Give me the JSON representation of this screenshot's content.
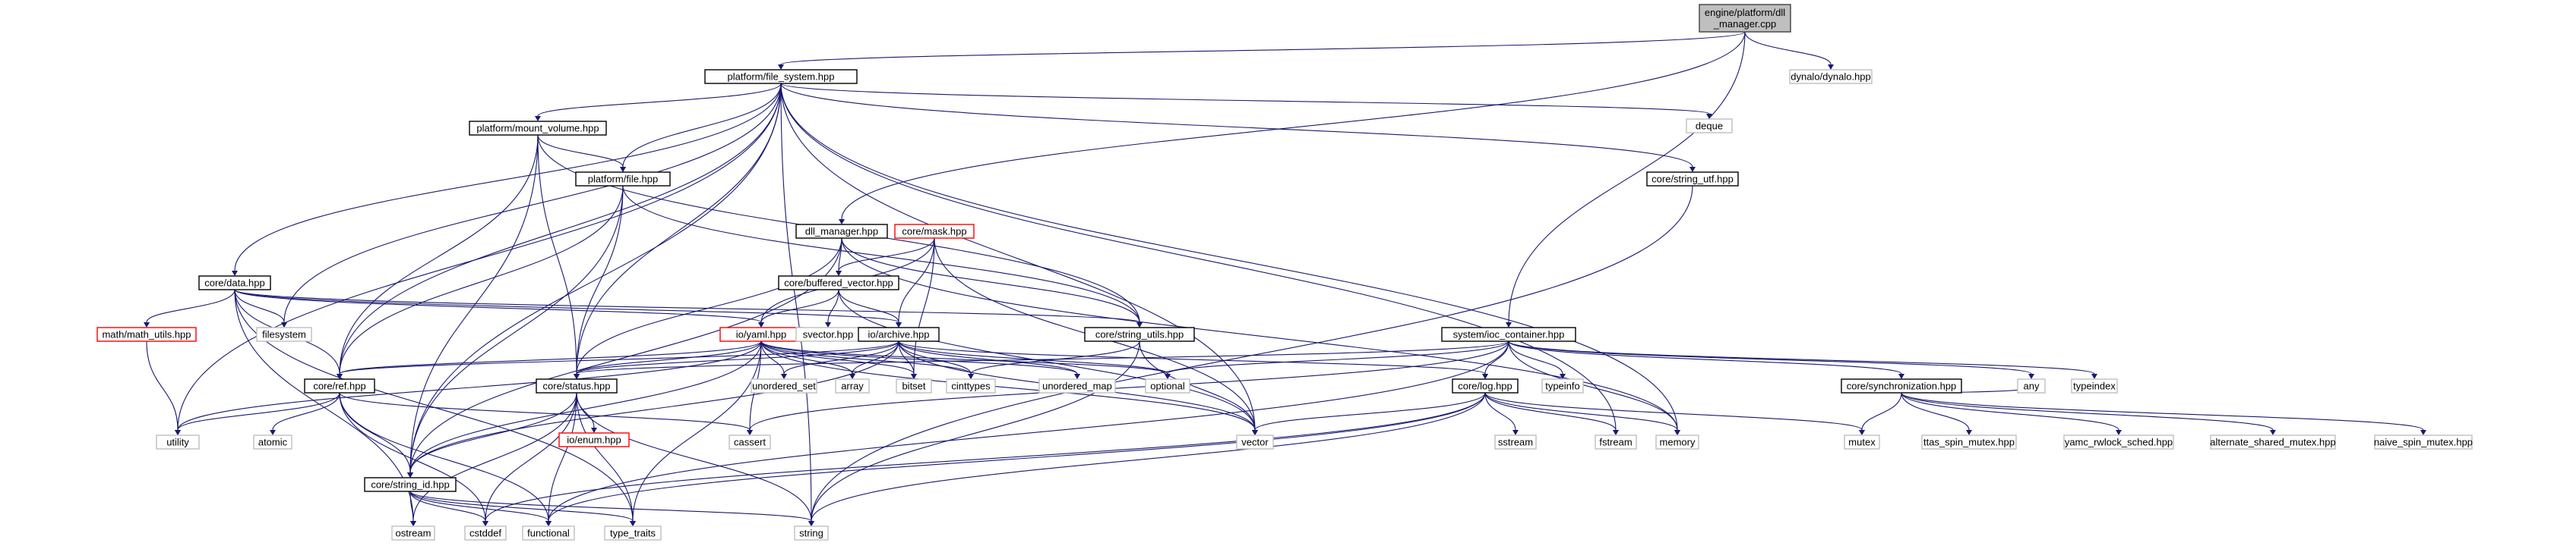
{
  "graph": {
    "nodes": [
      {
        "id": "root",
        "label": "engine/platform/dll\n_manager.cpp",
        "style": "root"
      },
      {
        "id": "fs",
        "label": "platform/file_system.hpp",
        "style": "strong"
      },
      {
        "id": "dynalo",
        "label": "dynalo/dynalo.hpp",
        "style": "plain"
      },
      {
        "id": "deque",
        "label": "deque",
        "style": "plain"
      },
      {
        "id": "mount",
        "label": "platform/mount_volume.hpp",
        "style": "strong"
      },
      {
        "id": "file",
        "label": "platform/file.hpp",
        "style": "strong"
      },
      {
        "id": "strutf",
        "label": "core/string_utf.hpp",
        "style": "strong"
      },
      {
        "id": "dllmgr",
        "label": "dll_manager.hpp",
        "style": "strong"
      },
      {
        "id": "mask",
        "label": "core/mask.hpp",
        "style": "red"
      },
      {
        "id": "coredata",
        "label": "core/data.hpp",
        "style": "strong"
      },
      {
        "id": "bufvec",
        "label": "core/buffered_vector.hpp",
        "style": "strong"
      },
      {
        "id": "mathutils",
        "label": "math/math_utils.hpp",
        "style": "red"
      },
      {
        "id": "filesystem",
        "label": "filesystem",
        "style": "plain"
      },
      {
        "id": "yaml",
        "label": "io/yaml.hpp",
        "style": "red"
      },
      {
        "id": "svector",
        "label": "svector.hpp",
        "style": "plain"
      },
      {
        "id": "archive",
        "label": "io/archive.hpp",
        "style": "strong"
      },
      {
        "id": "strutils",
        "label": "core/string_utils.hpp",
        "style": "strong"
      },
      {
        "id": "ioc",
        "label": "system/ioc_container.hpp",
        "style": "strong"
      },
      {
        "id": "ref",
        "label": "core/ref.hpp",
        "style": "strong"
      },
      {
        "id": "status",
        "label": "core/status.hpp",
        "style": "strong"
      },
      {
        "id": "uset",
        "label": "unordered_set",
        "style": "plain"
      },
      {
        "id": "array",
        "label": "array",
        "style": "plain"
      },
      {
        "id": "bitset",
        "label": "bitset",
        "style": "plain"
      },
      {
        "id": "cinttypes",
        "label": "cinttypes",
        "style": "plain"
      },
      {
        "id": "umap",
        "label": "unordered_map",
        "style": "plain"
      },
      {
        "id": "optional",
        "label": "optional",
        "style": "plain"
      },
      {
        "id": "log",
        "label": "core/log.hpp",
        "style": "strong"
      },
      {
        "id": "typeinfo",
        "label": "typeinfo",
        "style": "plain"
      },
      {
        "id": "sync",
        "label": "core/synchronization.hpp",
        "style": "strong"
      },
      {
        "id": "any",
        "label": "any",
        "style": "plain"
      },
      {
        "id": "typeindex",
        "label": "typeindex",
        "style": "plain"
      },
      {
        "id": "utility",
        "label": "utility",
        "style": "plain"
      },
      {
        "id": "atomic",
        "label": "atomic",
        "style": "plain"
      },
      {
        "id": "enum",
        "label": "io/enum.hpp",
        "style": "red"
      },
      {
        "id": "cassert",
        "label": "cassert",
        "style": "plain"
      },
      {
        "id": "vector",
        "label": "vector",
        "style": "plain"
      },
      {
        "id": "sstream",
        "label": "sstream",
        "style": "plain"
      },
      {
        "id": "fstream",
        "label": "fstream",
        "style": "plain"
      },
      {
        "id": "memory",
        "label": "memory",
        "style": "plain"
      },
      {
        "id": "mutex",
        "label": "mutex",
        "style": "plain"
      },
      {
        "id": "ttas",
        "label": "ttas_spin_mutex.hpp",
        "style": "plain"
      },
      {
        "id": "yamc",
        "label": "yamc_rwlock_sched.hpp",
        "style": "plain"
      },
      {
        "id": "altmutex",
        "label": "alternate_shared_mutex.hpp",
        "style": "plain"
      },
      {
        "id": "naive",
        "label": "naive_spin_mutex.hpp",
        "style": "plain"
      },
      {
        "id": "strid",
        "label": "core/string_id.hpp",
        "style": "strong"
      },
      {
        "id": "ostream",
        "label": "ostream",
        "style": "plain"
      },
      {
        "id": "cstddef",
        "label": "cstddef",
        "style": "plain"
      },
      {
        "id": "functional",
        "label": "functional",
        "style": "plain"
      },
      {
        "id": "typetraits",
        "label": "type_traits",
        "style": "plain"
      },
      {
        "id": "string",
        "label": "string",
        "style": "plain"
      }
    ],
    "edges": [
      [
        "root",
        "fs"
      ],
      [
        "root",
        "dllmgr"
      ],
      [
        "root",
        "ioc"
      ],
      [
        "root",
        "dynalo"
      ],
      [
        "fs",
        "deque"
      ],
      [
        "fs",
        "mount"
      ],
      [
        "fs",
        "file"
      ],
      [
        "fs",
        "strutf"
      ],
      [
        "fs",
        "coredata"
      ],
      [
        "fs",
        "filesystem"
      ],
      [
        "fs",
        "utility"
      ],
      [
        "fs",
        "strid"
      ],
      [
        "fs",
        "ref"
      ],
      [
        "fs",
        "status"
      ],
      [
        "fs",
        "vector"
      ],
      [
        "fs",
        "fstream"
      ],
      [
        "fs",
        "memory"
      ],
      [
        "fs",
        "string"
      ],
      [
        "mount",
        "file"
      ],
      [
        "mount",
        "ref"
      ],
      [
        "mount",
        "strid"
      ],
      [
        "mount",
        "status"
      ],
      [
        "mount",
        "strutils"
      ],
      [
        "file",
        "ref"
      ],
      [
        "file",
        "strid"
      ],
      [
        "file",
        "status"
      ],
      [
        "file",
        "strutils"
      ],
      [
        "strutf",
        "string"
      ],
      [
        "dllmgr",
        "bufvec"
      ],
      [
        "dllmgr",
        "strid"
      ],
      [
        "dllmgr",
        "status"
      ],
      [
        "dllmgr",
        "strutils"
      ],
      [
        "dllmgr",
        "memory"
      ],
      [
        "mask",
        "bufvec"
      ],
      [
        "mask",
        "yaml"
      ],
      [
        "mask",
        "archive"
      ],
      [
        "mask",
        "bitset"
      ],
      [
        "mask",
        "vector"
      ],
      [
        "coredata",
        "mathutils"
      ],
      [
        "coredata",
        "filesystem"
      ],
      [
        "coredata",
        "yaml"
      ],
      [
        "coredata",
        "archive"
      ],
      [
        "coredata",
        "strutils"
      ],
      [
        "coredata",
        "ref"
      ],
      [
        "coredata",
        "ostream"
      ],
      [
        "coredata",
        "typetraits"
      ],
      [
        "mathutils",
        "utility"
      ],
      [
        "bufvec",
        "yaml"
      ],
      [
        "bufvec",
        "svector"
      ],
      [
        "bufvec",
        "archive"
      ],
      [
        "bufvec",
        "vector"
      ],
      [
        "yaml",
        "ref"
      ],
      [
        "yaml",
        "status"
      ],
      [
        "yaml",
        "strid"
      ],
      [
        "yaml",
        "uset"
      ],
      [
        "yaml",
        "array"
      ],
      [
        "yaml",
        "bitset"
      ],
      [
        "yaml",
        "cinttypes"
      ],
      [
        "yaml",
        "umap"
      ],
      [
        "yaml",
        "optional"
      ],
      [
        "yaml",
        "utility"
      ],
      [
        "yaml",
        "cassert"
      ],
      [
        "yaml",
        "typetraits"
      ],
      [
        "yaml",
        "vector"
      ],
      [
        "archive",
        "ref"
      ],
      [
        "archive",
        "status"
      ],
      [
        "archive",
        "strid"
      ],
      [
        "archive",
        "uset"
      ],
      [
        "archive",
        "array"
      ],
      [
        "archive",
        "bitset"
      ],
      [
        "archive",
        "cinttypes"
      ],
      [
        "archive",
        "umap"
      ],
      [
        "archive",
        "optional"
      ],
      [
        "archive",
        "log"
      ],
      [
        "archive",
        "vector"
      ],
      [
        "strutils",
        "cinttypes"
      ],
      [
        "strutils",
        "vector"
      ],
      [
        "strutils",
        "string"
      ],
      [
        "ioc",
        "status"
      ],
      [
        "ioc",
        "optional"
      ],
      [
        "ioc",
        "log"
      ],
      [
        "ioc",
        "typeinfo"
      ],
      [
        "ioc",
        "sync"
      ],
      [
        "ioc",
        "any"
      ],
      [
        "ioc",
        "typeindex"
      ],
      [
        "ioc",
        "memory"
      ],
      [
        "ioc",
        "functional"
      ],
      [
        "ioc",
        "cassert"
      ],
      [
        "ref",
        "utility"
      ],
      [
        "ref",
        "atomic"
      ],
      [
        "ref",
        "cassert"
      ],
      [
        "ref",
        "strid"
      ],
      [
        "ref",
        "cstddef"
      ],
      [
        "ref",
        "functional"
      ],
      [
        "status",
        "strid"
      ],
      [
        "status",
        "enum"
      ],
      [
        "status",
        "ostream"
      ],
      [
        "status",
        "cstddef"
      ],
      [
        "status",
        "functional"
      ],
      [
        "status",
        "typetraits"
      ],
      [
        "status",
        "string"
      ],
      [
        "log",
        "vector"
      ],
      [
        "log",
        "sstream"
      ],
      [
        "log",
        "fstream"
      ],
      [
        "log",
        "memory"
      ],
      [
        "log",
        "mutex"
      ],
      [
        "log",
        "string"
      ],
      [
        "log",
        "functional"
      ],
      [
        "log",
        "cstddef"
      ],
      [
        "sync",
        "mutex"
      ],
      [
        "sync",
        "ttas"
      ],
      [
        "sync",
        "yamc"
      ],
      [
        "sync",
        "altmutex"
      ],
      [
        "sync",
        "naive"
      ],
      [
        "sync",
        "any"
      ],
      [
        "strid",
        "ostream"
      ],
      [
        "strid",
        "cstddef"
      ],
      [
        "strid",
        "functional"
      ],
      [
        "strid",
        "typetraits"
      ],
      [
        "strid",
        "string"
      ]
    ]
  }
}
